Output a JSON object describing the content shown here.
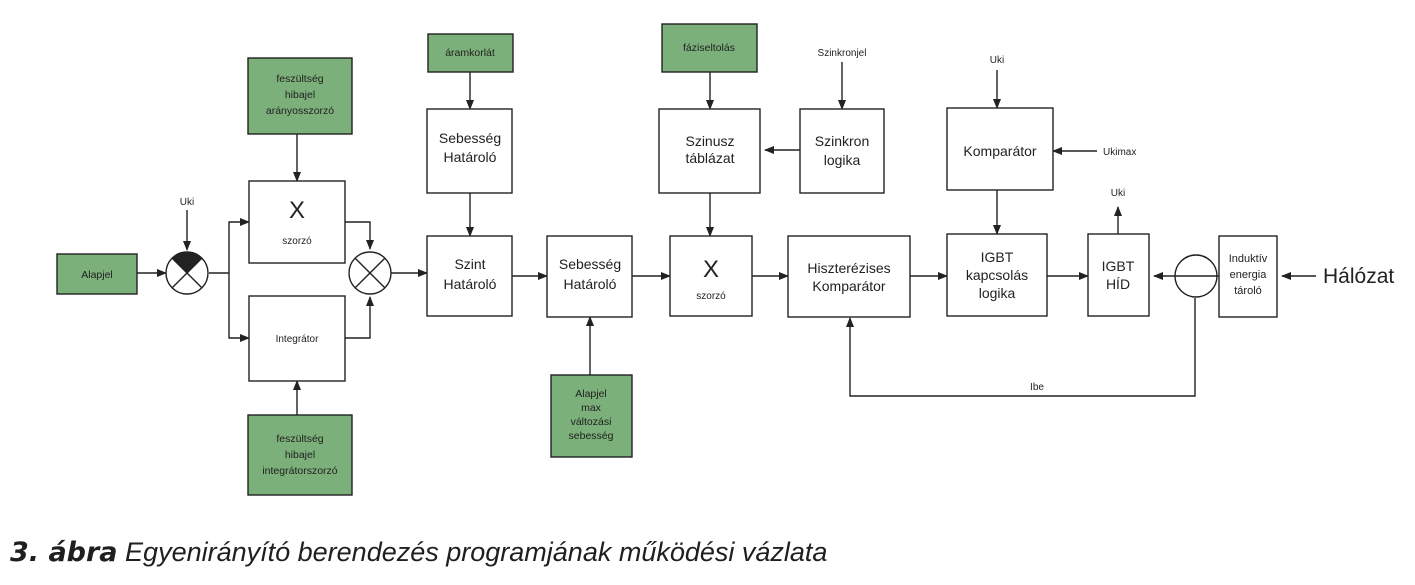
{
  "blocks": {
    "alapjel": "Alapjel",
    "feszultseg_prop": [
      "feszültség",
      "hibajel",
      "arányosszorzó"
    ],
    "szorzo1": [
      "X",
      "szorzó"
    ],
    "integrator": "Integrátor",
    "feszultseg_int": [
      "feszültség",
      "hibajel",
      "integrátorszorzó"
    ],
    "aramkorlat": "áramkorlát",
    "sebesseg_hatarolo_top": [
      "Sebesség",
      "Határoló"
    ],
    "szint_hatarolo": [
      "Szint",
      "Határoló"
    ],
    "sebesseg_hatarolo": [
      "Sebesség",
      "Határoló"
    ],
    "alapjel_max": [
      "Alapjel",
      "max",
      "változási",
      "sebesség"
    ],
    "fazaseltolas": "fáziseltolás",
    "szinusz_tablazat": [
      "Szinusz",
      "táblázat"
    ],
    "szorzo2": [
      "X",
      "szorzó"
    ],
    "szinkronjel": "Szinkronjel",
    "szinkron_logika": [
      "Szinkron",
      "logika"
    ],
    "hiszterezises": [
      "Hiszterézises",
      "Komparátor"
    ],
    "uki_top": "Uki",
    "komparator": "Komparátor",
    "ukimax": "Ukimax",
    "igbt_logika": [
      "IGBT",
      "kapcsolás",
      "logika"
    ],
    "uki_right": "Uki",
    "igbt_hid": [
      "IGBT",
      "HÍD"
    ],
    "induktiv": [
      "Induktív",
      "energia",
      "tároló"
    ],
    "halozat": "Hálózat",
    "uki_left": "Uki",
    "ibe": "Ibe"
  },
  "colors": {
    "green": "#7cb07a",
    "line": "#222222"
  },
  "caption": {
    "number": "3. ábra",
    "text": "Egyenirányító berendezés programjának működési vázlata"
  }
}
